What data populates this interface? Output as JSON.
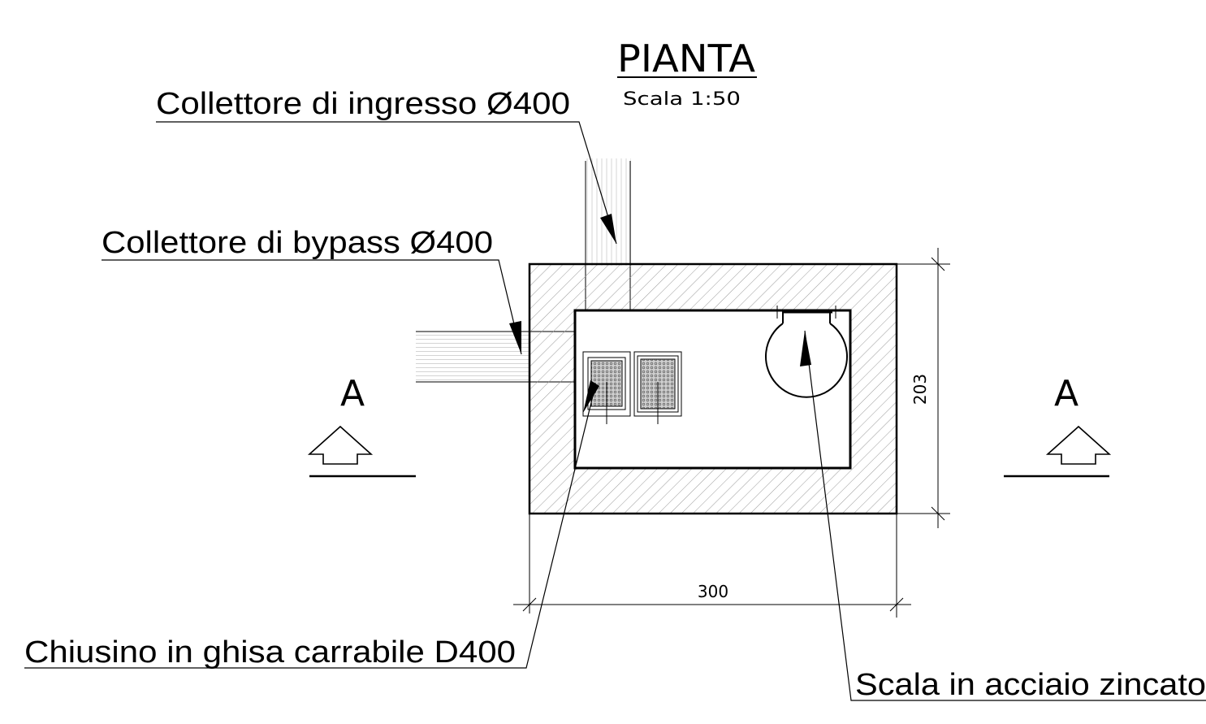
{
  "title": "PIANTA",
  "scale": "Scala  1:50",
  "labels": {
    "inlet": "Collettore di ingresso Ø400",
    "bypass": "Collettore di bypass Ø400",
    "cover": "Chiusino in ghisa carrabile D400",
    "ladder": "Scala in acciaio zincato"
  },
  "section": {
    "left": "A",
    "right": "A"
  },
  "dimensions": {
    "width": "300",
    "height": "203"
  }
}
